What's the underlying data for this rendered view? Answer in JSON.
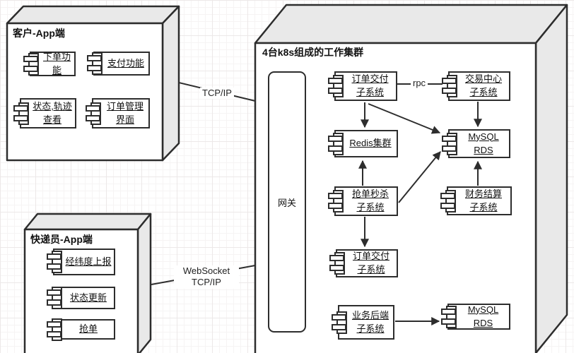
{
  "nodes": {
    "customer_app": {
      "title": "客户-App端",
      "components": [
        {
          "label": "下单功能"
        },
        {
          "label": "支付功能"
        },
        {
          "label": "状态,轨迹\n查看"
        },
        {
          "label": "订单管理\n界面"
        }
      ]
    },
    "courier_app": {
      "title": "快递员-App端",
      "components": [
        {
          "label": "经纬度上报"
        },
        {
          "label": "状态更新"
        },
        {
          "label": "抢单"
        }
      ]
    },
    "cluster": {
      "title": "4台k8s组成的工作集群",
      "gateway_label": "网关",
      "components": [
        {
          "label": "订单交付\n子系统"
        },
        {
          "label": "交易中心\n子系统"
        },
        {
          "label": "Redis集群"
        },
        {
          "label": "MySQL\nRDS"
        },
        {
          "label": "抢单秒杀\n子系统"
        },
        {
          "label": "财务结算\n子系统"
        },
        {
          "label": "订单交付\n子系统"
        },
        {
          "label": "业务后端\n子系统"
        },
        {
          "label": "MySQL\nRDS"
        }
      ]
    }
  },
  "edge_labels": {
    "tcp_ip": "TCP/IP",
    "websocket": "WebSocket\nTCP/IP",
    "rpc": "rpc"
  },
  "colors": {
    "stroke": "#2d2d2d",
    "face_fill": "#e9e9e9",
    "front_fill": "#ffffff",
    "background": "#ffffff"
  }
}
